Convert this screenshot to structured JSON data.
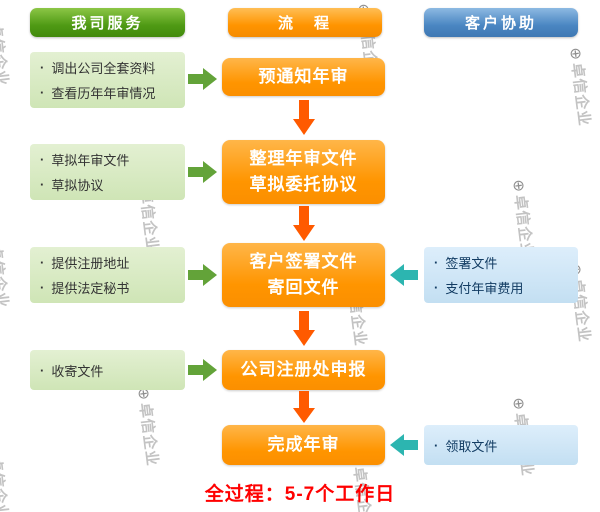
{
  "watermark": {
    "text": "卓信企业",
    "icon_glyph": "⊕"
  },
  "bullet_glyph": "·",
  "headers": {
    "left": "我司服务",
    "center": "流　程",
    "right": "客户协助"
  },
  "left_boxes": [
    {
      "items": [
        "调出公司全套资料",
        "查看历年年审情况"
      ]
    },
    {
      "items": [
        "草拟年审文件",
        "草拟协议"
      ]
    },
    {
      "items": [
        "提供注册地址",
        "提供法定秘书"
      ]
    },
    {
      "items": [
        "收寄文件"
      ]
    }
  ],
  "process_steps": [
    {
      "lines": [
        "预通知年审"
      ]
    },
    {
      "lines": [
        "整理年审文件",
        "草拟委托协议"
      ]
    },
    {
      "lines": [
        "客户签署文件",
        "寄回文件"
      ]
    },
    {
      "lines": [
        "公司注册处申报"
      ]
    },
    {
      "lines": [
        "完成年审"
      ]
    }
  ],
  "right_boxes": [
    {
      "items": [
        "签署文件",
        "支付年审费用"
      ]
    },
    {
      "items": [
        "领取文件"
      ]
    }
  ],
  "footer": {
    "text": "全过程：5-7个工作日"
  },
  "colors": {
    "header_green": "#4f9a14",
    "header_orange": "#ff9400",
    "header_blue": "#4a86c2",
    "process_box_orange": "#ff9500",
    "left_box_green": "#d9ebc0",
    "right_box_blue": "#cfe6f6",
    "arrow_green": "#63a339",
    "arrow_orange": "#ff5a00",
    "arrow_teal": "#2cb5b0",
    "footer_red": "#ff0000",
    "watermark_gray": "#c3c3c3"
  }
}
